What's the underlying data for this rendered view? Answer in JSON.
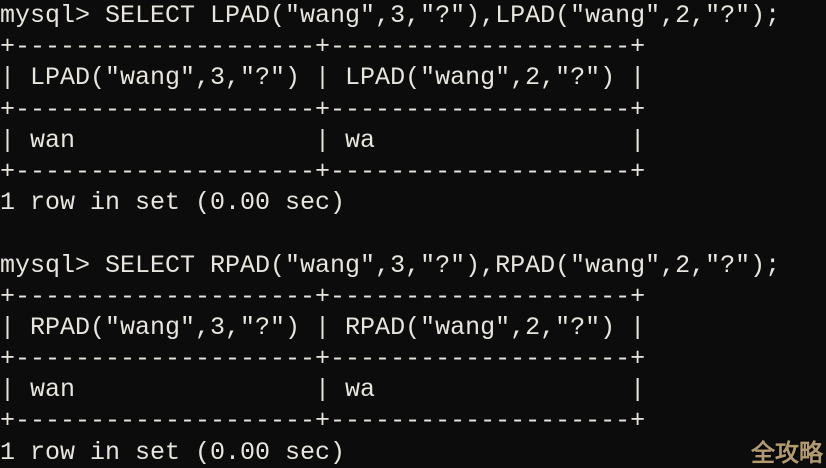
{
  "terminal": {
    "colors": {
      "background": "#0c0c0c",
      "foreground": "#e8e5de"
    },
    "lines": [
      {
        "type": "command",
        "text": "mysql> SELECT LPAD(\"wang\",3,\"?\"),LPAD(\"wang\",2,\"?\");"
      },
      {
        "type": "table-border",
        "text": "+--------------------+--------------------+"
      },
      {
        "type": "table-header",
        "text": "| LPAD(\"wang\",3,\"?\") | LPAD(\"wang\",2,\"?\") |"
      },
      {
        "type": "table-border",
        "text": "+--------------------+--------------------+"
      },
      {
        "type": "table-row",
        "text": "| wan                | wa                 |"
      },
      {
        "type": "table-border",
        "text": "+--------------------+--------------------+"
      },
      {
        "type": "status",
        "text": "1 row in set (0.00 sec)"
      },
      {
        "type": "blank",
        "text": ""
      },
      {
        "type": "command",
        "text": "mysql> SELECT RPAD(\"wang\",3,\"?\"),RPAD(\"wang\",2,\"?\");"
      },
      {
        "type": "table-border",
        "text": "+--------------------+--------------------+"
      },
      {
        "type": "table-header",
        "text": "| RPAD(\"wang\",3,\"?\") | RPAD(\"wang\",2,\"?\") |"
      },
      {
        "type": "table-border",
        "text": "+--------------------+--------------------+"
      },
      {
        "type": "table-row",
        "text": "| wan                | wa                 |"
      },
      {
        "type": "table-border",
        "text": "+--------------------+--------------------+"
      },
      {
        "type": "status",
        "text": "1 row in set (0.00 sec)"
      }
    ],
    "queries": [
      {
        "prompt": "mysql>",
        "statement": "SELECT LPAD(\"wang\",3,\"?\"),LPAD(\"wang\",2,\"?\");",
        "result": {
          "columns": [
            "LPAD(\"wang\",3,\"?\")",
            "LPAD(\"wang\",2,\"?\")"
          ],
          "rows": [
            [
              "wan",
              "wa"
            ]
          ],
          "status": "1 row in set (0.00 sec)"
        }
      },
      {
        "prompt": "mysql>",
        "statement": "SELECT RPAD(\"wang\",3,\"?\"),RPAD(\"wang\",2,\"?\");",
        "result": {
          "columns": [
            "RPAD(\"wang\",3,\"?\")",
            "RPAD(\"wang\",2,\"?\")"
          ],
          "rows": [
            [
              "wan",
              "wa"
            ]
          ],
          "status": "1 row in set (0.00 sec)"
        }
      }
    ]
  },
  "watermark": {
    "text": "全攻略",
    "color": "#b29a6e"
  }
}
